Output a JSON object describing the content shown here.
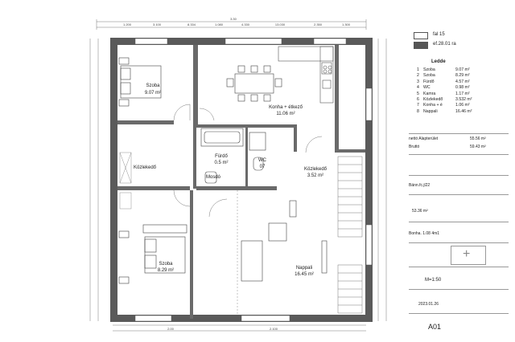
{
  "plan": {
    "rooms": [
      {
        "id": "szoba1",
        "name": "Szoba",
        "area": "9.07 m²"
      },
      {
        "id": "konyha",
        "name": "Konha + étkező",
        "area": "11.06 m²"
      },
      {
        "id": "furdo",
        "name": "Fürdő",
        "area": "0.5 m²"
      },
      {
        "id": "wc",
        "name": "WC",
        "area": "07"
      },
      {
        "id": "kozlekedo1",
        "name": "Közlekedő",
        "area": ""
      },
      {
        "id": "kozlekedo2",
        "name": "Közlekedő",
        "area": "3.52 m²"
      },
      {
        "id": "szoba2",
        "name": "Szoba",
        "area": "8.29 m²"
      },
      {
        "id": "nappali",
        "name": "Nappali",
        "area": "16.45 m²"
      }
    ],
    "mosdo_label": "Mosdó",
    "top_dims": [
      "1.200",
      "3.100",
      "8.334",
      "1.080",
      "4.330",
      "13.030",
      "2.350",
      "1.300"
    ],
    "top_total": "3.30",
    "bottom_dims": [
      "2.00",
      "2.100"
    ]
  },
  "panel": {
    "legend": [
      {
        "label": "fal 15",
        "color": "#ffffff"
      },
      {
        "label": "ef.28.01 ra",
        "color": "#555555"
      }
    ],
    "rooms_title": "Ledde",
    "room_list": [
      {
        "no": "1",
        "name": "Szoba",
        "area": "9.07 m²"
      },
      {
        "no": "2",
        "name": "Szoba",
        "area": "8.29 m²"
      },
      {
        "no": "3",
        "name": "Fürdő",
        "area": "4.57 m²"
      },
      {
        "no": "4",
        "name": "WC",
        "area": "0.98 m²"
      },
      {
        "no": "5",
        "name": "Kamra",
        "area": "1.17 m²"
      },
      {
        "no": "6",
        "name": "Közlekedő",
        "area": "3.532 m²"
      },
      {
        "no": "7",
        "name": "Konha + é",
        "area": "1.06 m²"
      },
      {
        "no": "8",
        "name": "Nappali",
        "area": "16.46 m²"
      }
    ],
    "netto_label": "nettó Alapterület",
    "netto_value": "55.56 m²",
    "brutto_label": "Bruttó",
    "brutto_value": "59.43 m²",
    "project_value": "Bänn.fc.jl22",
    "area_value": "53.36 m²",
    "extra_value": "Bonha. 1.08 4m1",
    "scale_value": "M=1:50",
    "date_value": "2023.01.26",
    "sheet_id": "A01"
  }
}
